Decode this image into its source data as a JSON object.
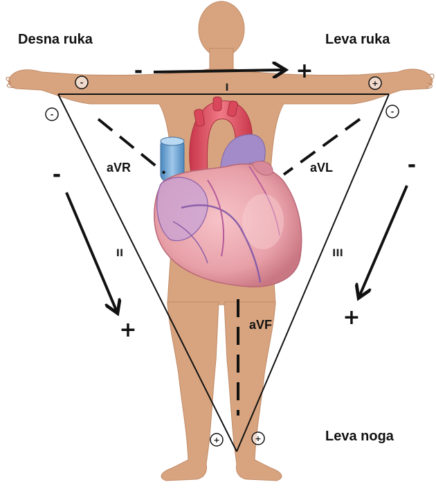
{
  "labels": {
    "right_arm": "Desna ruka",
    "left_arm": "Leva ruka",
    "left_leg": "Leva noga"
  },
  "leads": {
    "avr": "aVR",
    "avl": "aVL",
    "avf": "aVF",
    "lead_i": "I",
    "lead_ii": "II",
    "lead_iii": "III"
  },
  "signs": {
    "minus": "-",
    "plus": "+"
  },
  "colors": {
    "skin": "#d8a47f",
    "skin_shadow": "#c48d69",
    "heart_main": "#e8a0a8",
    "heart_dark": "#c96a79",
    "vessel_red": "#d9475a",
    "vessel_blue": "#6aa7d8",
    "vessel_purple": "#a28bc8",
    "line": "#111111"
  }
}
